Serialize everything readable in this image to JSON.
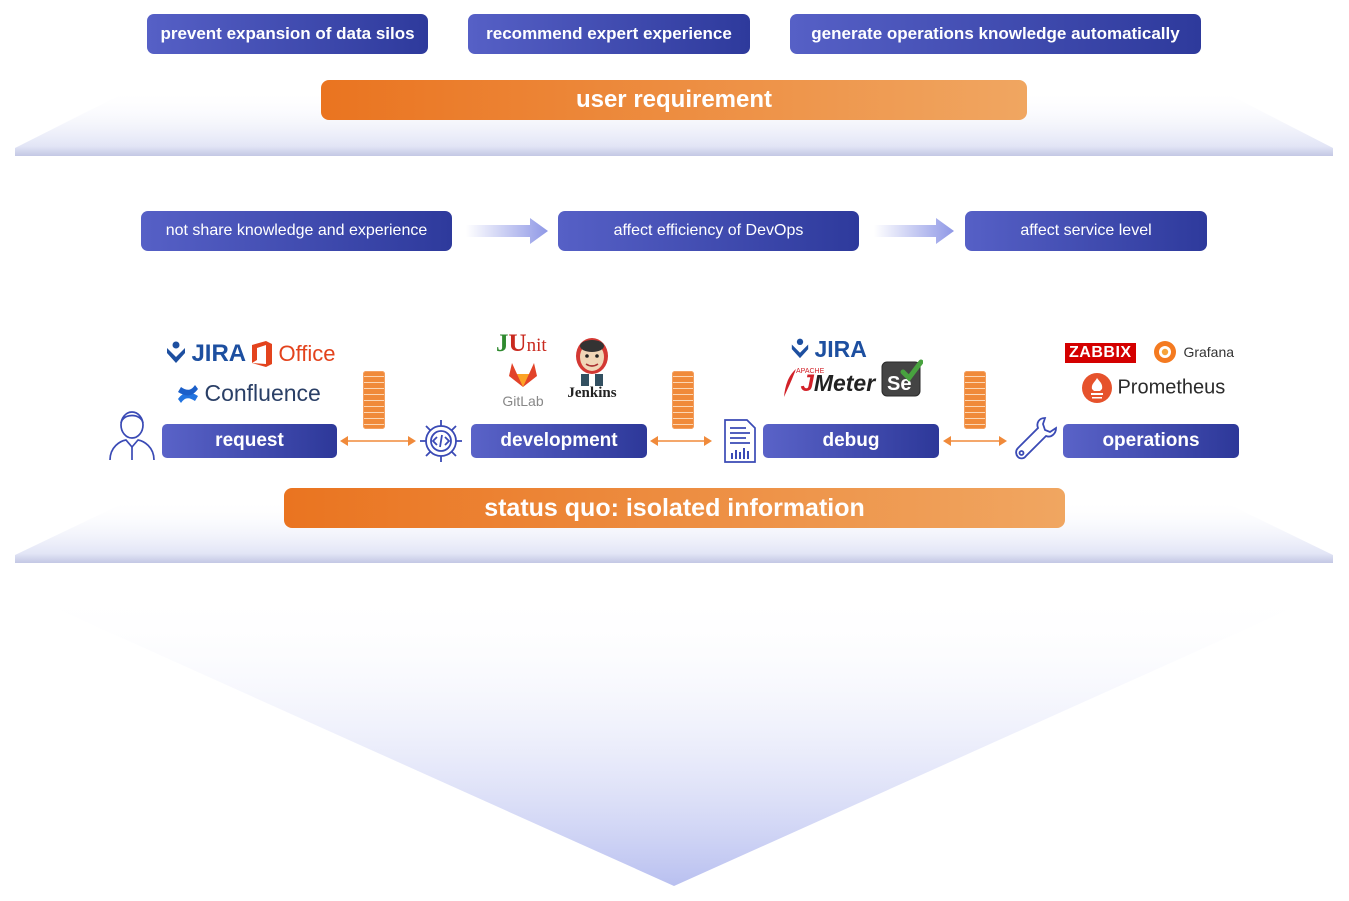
{
  "top_goals": [
    "prevent expansion of data silos",
    "recommend expert experience",
    "generate operations knowledge automatically"
  ],
  "user_requirement": "user requirement",
  "problem_chain": [
    "not share knowledge and experience",
    "affect efficiency of DevOps",
    "affect service level"
  ],
  "stages": [
    "request",
    "development",
    "debug",
    "operations"
  ],
  "status_quo": "status quo: isolated information",
  "tools": {
    "request": {
      "jira": "JIRA",
      "office": "Office",
      "confluence": "Confluence"
    },
    "development": {
      "junit_j": "J",
      "junit_u": "U",
      "junit_nit": "nit",
      "gitlab": "GitLab",
      "jenkins": "Jenkins"
    },
    "debug": {
      "jira": "JIRA",
      "apache": "APACHE",
      "jmeter_j": "J",
      "jmeter_rest": "Meter",
      "selenium": "Se"
    },
    "operations": {
      "zabbix": "ZABBIX",
      "grafana": "Grafana",
      "prometheus": "Prometheus"
    }
  },
  "colors": {
    "pill_start": "#5660c6",
    "pill_end": "#2e3a9c",
    "orange_start": "#ea7420",
    "orange_end": "#f0a661",
    "platform": "#c8cceb"
  }
}
